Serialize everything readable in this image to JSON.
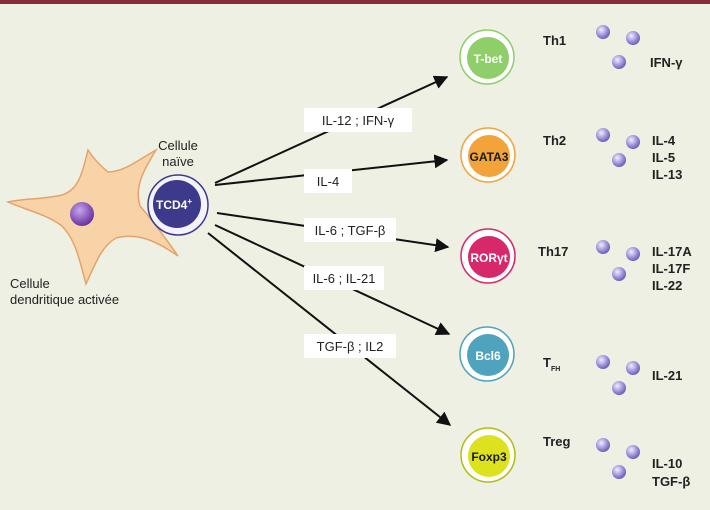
{
  "colors": {
    "accent_bar": "#8b2a3a",
    "background": "#eef0e4",
    "dendritic_fill": "#f9d3a8",
    "dendritic_stroke": "#e4a36a",
    "naive_fill": "#3d3a8c",
    "cytokine_fill": "#9b8fd4",
    "arrow": "#111111"
  },
  "dendritic_cell": {
    "label_line1": "Cellule",
    "label_line2": "dendritique activée"
  },
  "naive_cell": {
    "label_line1": "Cellule",
    "label_line2": "naïve",
    "marker": "TCD4",
    "marker_sup": "+"
  },
  "pathways": [
    {
      "stimulus": "IL-12 ; IFN-γ",
      "factor": "T-bet",
      "subset": "Th1",
      "subset_sub": "",
      "cytokines": [
        "IFN-γ"
      ],
      "color": "#8ecf6a"
    },
    {
      "stimulus": "IL-4",
      "factor": "GATA3",
      "subset": "Th2",
      "subset_sub": "",
      "cytokines": [
        "IL-4",
        "IL-5",
        "IL-13"
      ],
      "color": "#f2a33a"
    },
    {
      "stimulus": "IL-6 ; TGF-β",
      "factor": "RORγt",
      "subset": "Th17",
      "subset_sub": "",
      "cytokines": [
        "IL-17A",
        "IL-17F",
        "IL-22"
      ],
      "color": "#d6286a"
    },
    {
      "stimulus": "IL-6 ; IL-21",
      "factor": "Bcl6",
      "subset": "T",
      "subset_sub": "FH",
      "cytokines": [
        "IL-21"
      ],
      "color": "#4fa3bd"
    },
    {
      "stimulus": "TGF-β ; IL2",
      "factor": "Foxp3",
      "subset": "Treg",
      "subset_sub": "",
      "cytokines": [
        "IL-10",
        "TGF-β"
      ],
      "color": "#dde21f"
    }
  ]
}
